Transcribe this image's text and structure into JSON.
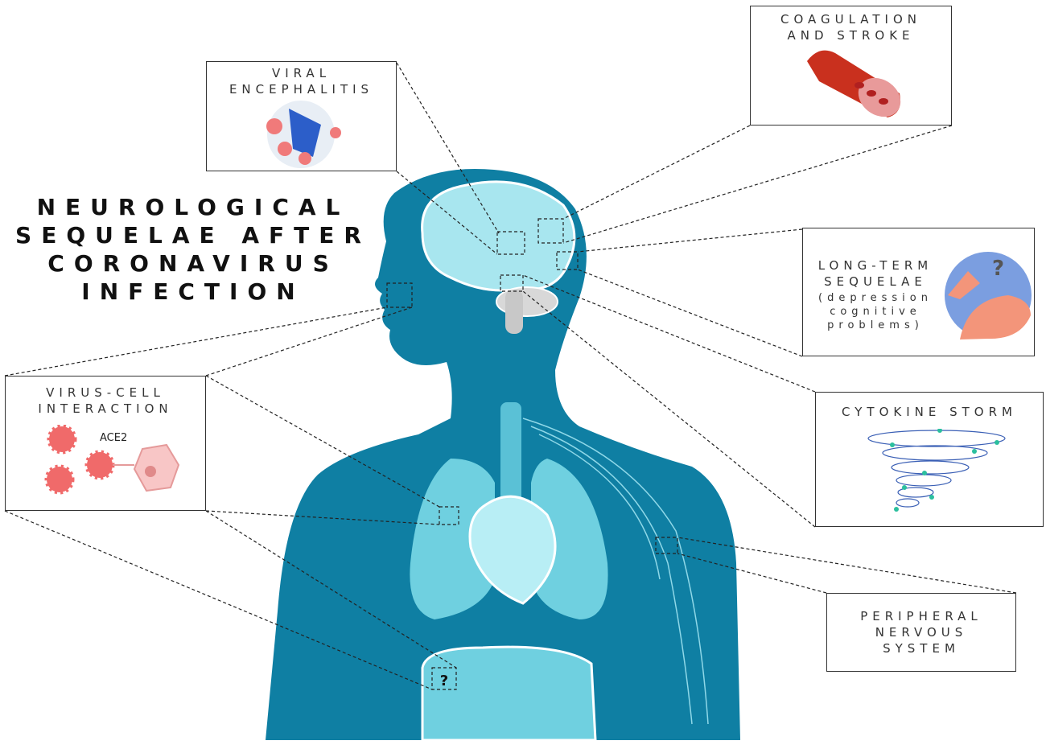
{
  "title": {
    "lines": [
      "NEUROLOGICAL",
      "SEQUELAE AFTER",
      "CORONAVIRUS",
      "INFECTION"
    ]
  },
  "boxes": {
    "viral_encephalitis": {
      "lines": [
        "VIRAL",
        "ENCEPHALITIS"
      ]
    },
    "coagulation": {
      "lines": [
        "COAGULATION",
        "AND STROKE"
      ]
    },
    "long_term": {
      "lines": [
        "LONG-TERM",
        "SEQUELAE"
      ],
      "detail": [
        "(depression",
        "cognitive",
        "problems)"
      ]
    },
    "cytokine": {
      "lines": [
        "CYTOKINE STORM"
      ]
    },
    "peripheral": {
      "lines": [
        "PERIPHERAL",
        "NERVOUS",
        "SYSTEM"
      ]
    },
    "virus_cell": {
      "lines": [
        "VIRUS-CELL",
        "INTERACTION"
      ],
      "receptor_label": "ACE2"
    }
  },
  "gut_marker": "?",
  "colors": {
    "body": "#0f7fa3",
    "organs": "#6fd0e0",
    "virus": "#f06a6a",
    "vessel": "#c9301e",
    "brain": "#a8e6ef"
  }
}
